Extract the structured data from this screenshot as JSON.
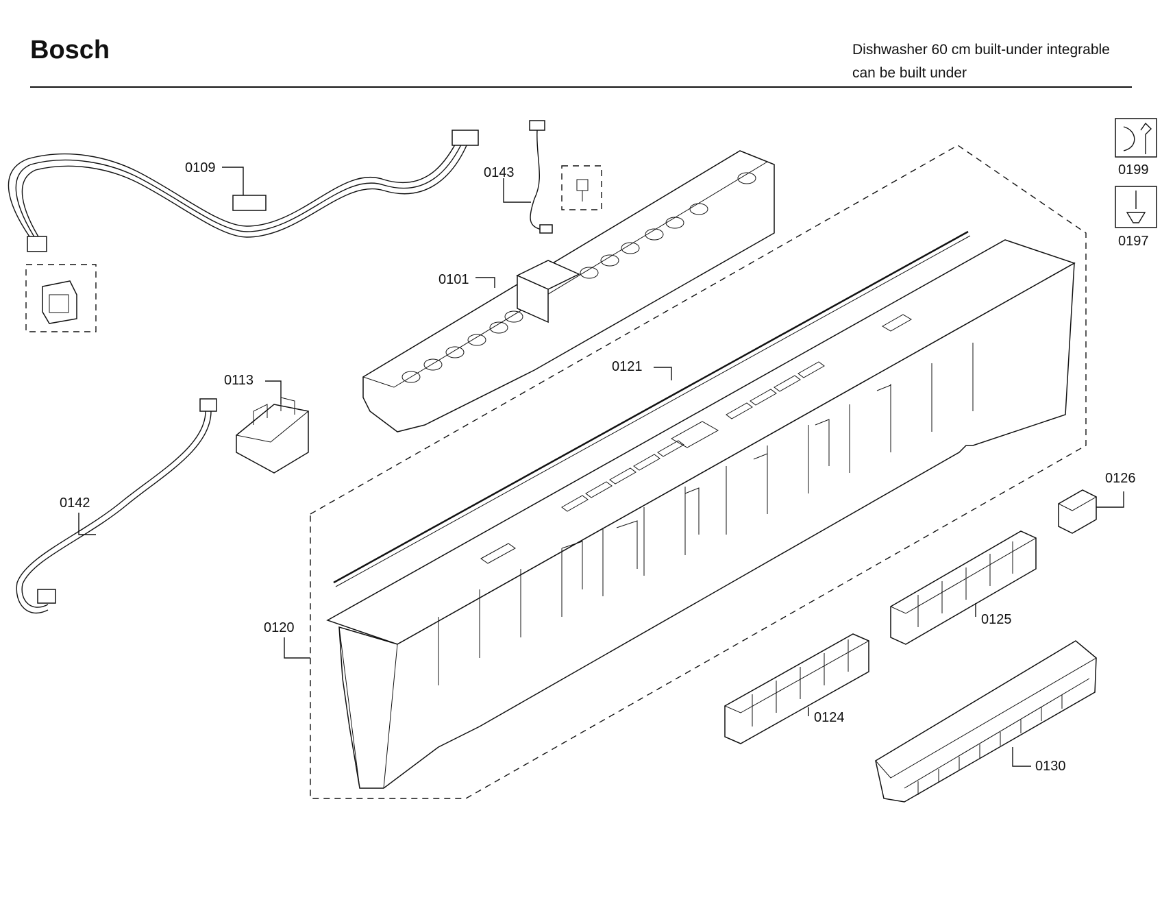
{
  "header": {
    "brand": "Bosch",
    "subtitle_line1": "Dishwasher 60 cm built-under integrable",
    "subtitle_line2": "can be built under"
  },
  "callouts": {
    "p0109": "0109",
    "p0143": "0143",
    "p0101": "0101",
    "p0113": "0113",
    "p0121": "0121",
    "p0142": "0142",
    "p0120": "0120",
    "p0126": "0126",
    "p0125": "0125",
    "p0124": "0124",
    "p0130": "0130",
    "p0199": "0199",
    "p0197": "0197"
  },
  "icons": {
    "p0199": "wrench-icon",
    "p0197": "screwdriver-icon"
  }
}
